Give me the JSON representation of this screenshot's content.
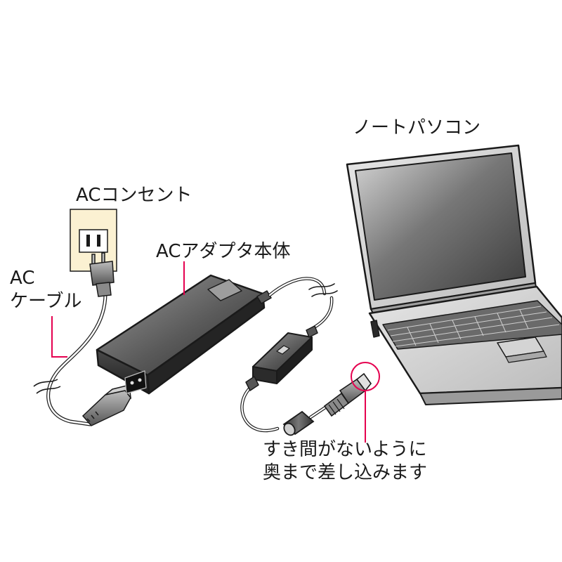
{
  "labels": {
    "laptop": "ノートパソコン",
    "outlet": "ACコンセント",
    "adapter": "ACアダプタ本体",
    "cable_line1": "AC",
    "cable_line2": "ケーブル",
    "note_line1": "すき間がないように",
    "note_line2": "奥まで差し込みます"
  },
  "colors": {
    "accent": "#e5004f",
    "outlet_plate": "#fbf1d2",
    "ink": "#1a1a1a",
    "device_dark": "#3a3a3a",
    "device_light": "#a8a8a8"
  }
}
